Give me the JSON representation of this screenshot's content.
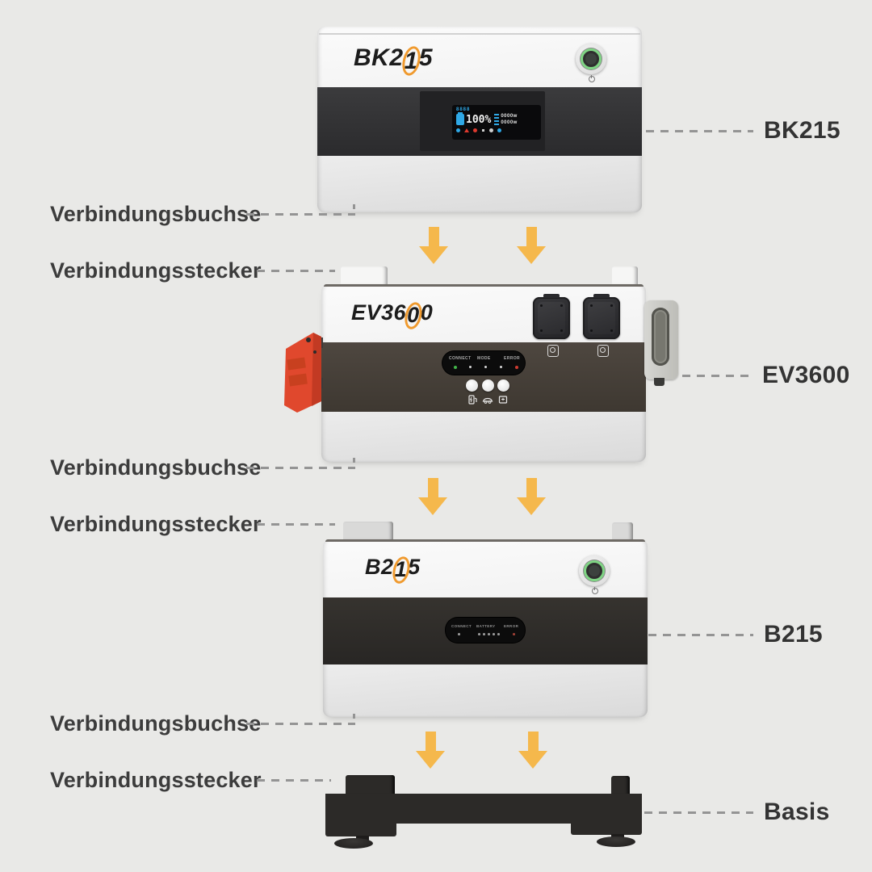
{
  "colors": {
    "background": "#E9E9E7",
    "accent_orange": "#F09A2E",
    "arrow_orange": "#F5B84C",
    "led_green": "#43B54A",
    "led_red": "#CE3B31",
    "display_blue": "#2FA8E6"
  },
  "connector_rows": [
    {
      "text": "Verbindungsbuchse"
    },
    {
      "text": "Verbindungsstecker"
    },
    {
      "text": "Verbindungsbuchse"
    },
    {
      "text": "Verbindungsstecker"
    },
    {
      "text": "Verbindungsbuchse"
    },
    {
      "text": "Verbindungsstecker"
    }
  ],
  "right_labels": [
    {
      "text": "BK215"
    },
    {
      "text": "EV3600"
    },
    {
      "text": "B215"
    },
    {
      "text": "Basis"
    }
  ],
  "units": {
    "bk215": {
      "logo_prefix": "BK2",
      "logo_digit": "1",
      "logo_suffix": "5",
      "display": {
        "header": "8888",
        "battery_percent": "100%",
        "line1_value": "0000w",
        "line2_value": "0000w"
      }
    },
    "ev3600": {
      "logo_prefix": "EV36",
      "logo_digit": "0",
      "logo_suffix": "0",
      "indicator_labels": {
        "connect": "CONNECT",
        "mode": "MODE",
        "error": "ERROR"
      }
    },
    "b215": {
      "logo_prefix": "B2",
      "logo_digit": "1",
      "logo_suffix": "5",
      "indicator_labels": {
        "connect": "CONNECT",
        "battery": "BATTERY",
        "error": "ERROR"
      }
    }
  },
  "icons": [
    "power-icon",
    "arrow-down-icon",
    "battery-icon",
    "wifi-icon",
    "bluetooth-icon",
    "alarm-icon",
    "grid-icon",
    "outlet-icon",
    "charging-station-icon",
    "car-icon",
    "battery-box-icon"
  ]
}
